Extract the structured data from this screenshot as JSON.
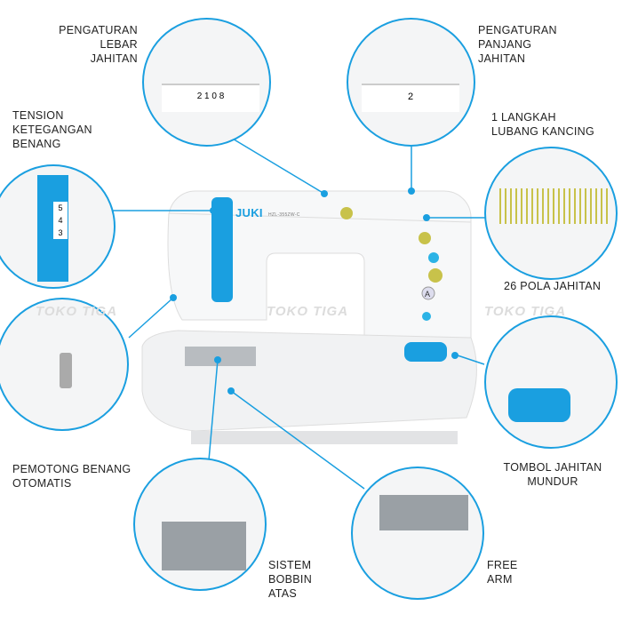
{
  "labels": {
    "stitch_width": "PENGATURAN\nLEBAR\nJAHITAN",
    "stitch_length": "PENGATURAN\nPANJANG\nJAHITAN",
    "tension": "TENSION\nKETEGANGAN\nBENANG",
    "buttonhole": "1 LANGKAH\nLUBANG KANCING",
    "patterns": "26 POLA JAHITAN",
    "thread_cutter": "PEMOTONG BENANG\nOTOMATIS",
    "reverse": "TOMBOL JAHITAN\nMUNDUR",
    "bobbin": "SISTEM\nBOBBIN\nATAS",
    "free_arm": "FREE\nARM"
  },
  "brand": "JUKI",
  "model": "HZL-355ZW-C",
  "watermark": "TOKO TIGA",
  "dial_width_numbers": "2  1  0  8",
  "dial_length_number": "2",
  "tension_numbers": [
    "5",
    "4",
    "3"
  ],
  "button_letter": "A",
  "colors": {
    "accent": "#1a9fe0",
    "flower_yellow": "#c8c24a",
    "flower_blue": "#2bb3e6"
  }
}
